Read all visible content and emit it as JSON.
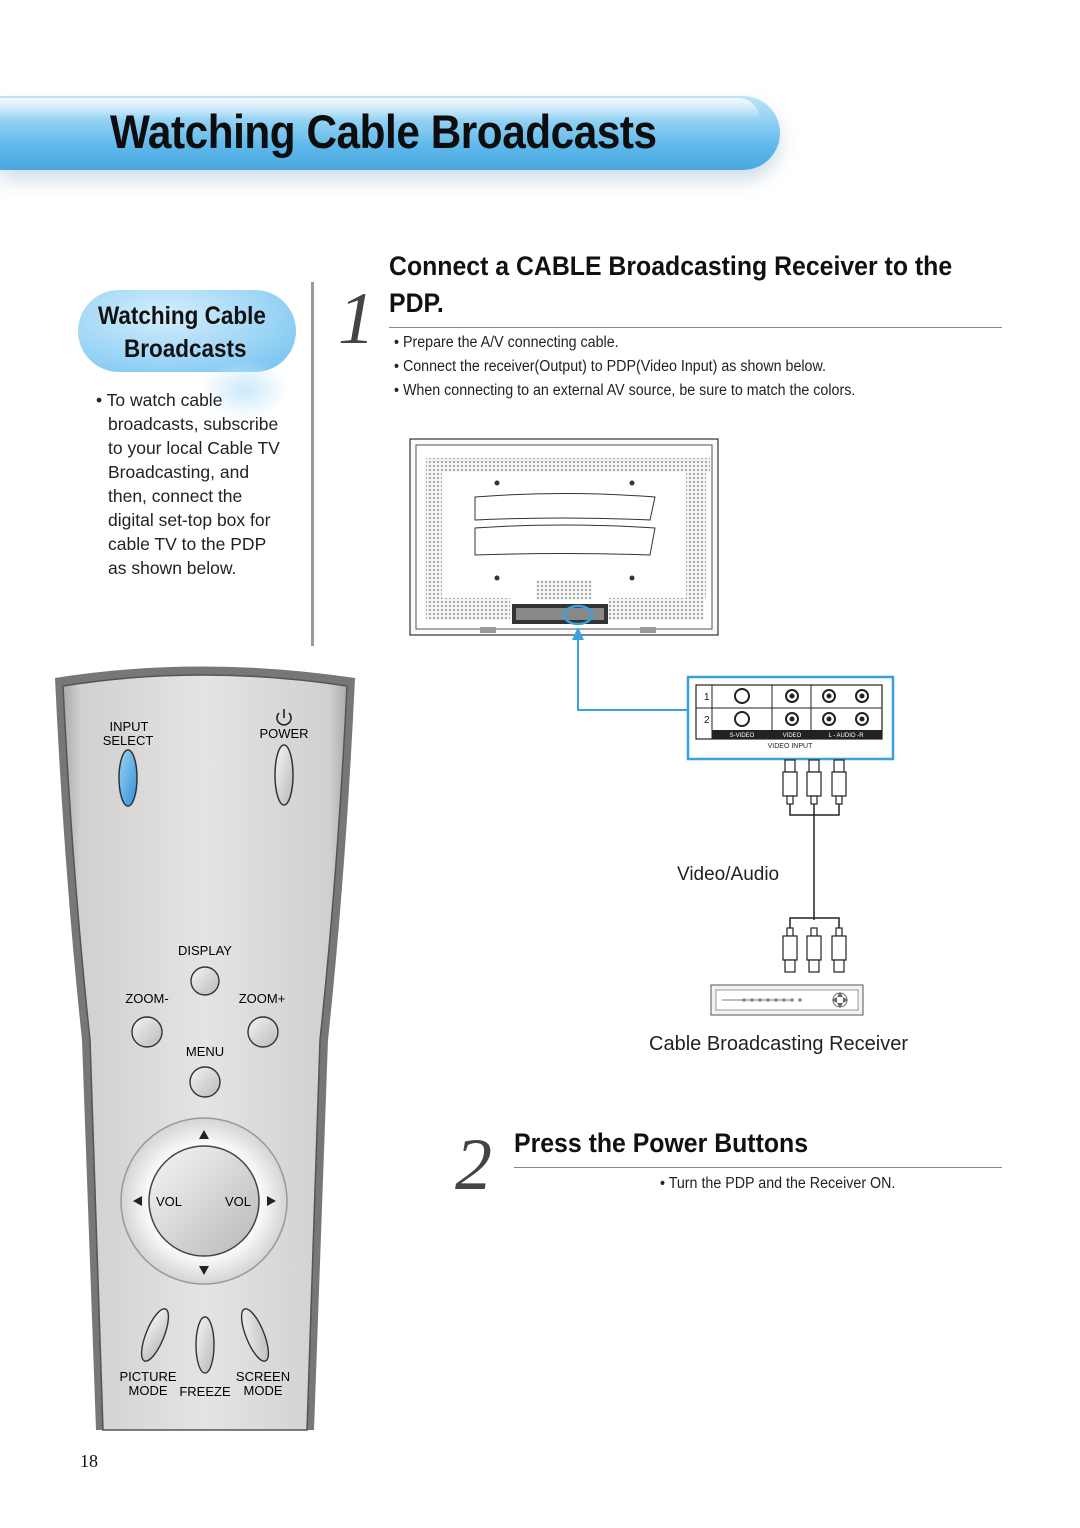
{
  "page": {
    "title": "Watching Cable Broadcasts",
    "number": "18"
  },
  "sidebar": {
    "badge_line1": "Watching Cable",
    "badge_line2": "Broadcasts",
    "bullet": "• To watch cable broadcasts, subscribe to your local Cable TV Broadcasting, and then, connect the digital set-top box for cable TV to the PDP as shown below."
  },
  "step1": {
    "number": "1",
    "title_line1": "Connect a CABLE Broadcasting Receiver to the",
    "title_line2": "PDP.",
    "bullets": [
      "• Prepare the A/V connecting cable.",
      "• Connect the receiver(Output) to PDP(Video Input) as shown below.",
      "• When connecting to an external AV source, be sure to match the colors."
    ]
  },
  "step2": {
    "number": "2",
    "title": "Press the Power Buttons",
    "bullet": "• Turn the PDP and the Receiver ON."
  },
  "diagram": {
    "cable_label": "Video/Audio",
    "receiver_label": "Cable Broadcasting Receiver",
    "panel": {
      "row1": "1",
      "row2": "2",
      "svideo": "S-VIDEO",
      "video": "VIDEO",
      "audio": "L - AUDIO -R",
      "footer": "VIDEO INPUT"
    }
  },
  "remote": {
    "input_select_1": "INPUT",
    "input_select_2": "SELECT",
    "power": "POWER",
    "display": "DISPLAY",
    "zoom_minus": "ZOOM-",
    "zoom_plus": "ZOOM+",
    "menu": "MENU",
    "vol_left": "VOL",
    "vol_right": "VOL",
    "picture_mode_1": "PICTURE",
    "picture_mode_2": "MODE",
    "freeze": "FREEZE",
    "screen_mode_1": "SCREEN",
    "screen_mode_2": "MODE"
  },
  "colors": {
    "accent_blue": "#3aa0e0",
    "banner_blue": "#5cb7ea"
  }
}
